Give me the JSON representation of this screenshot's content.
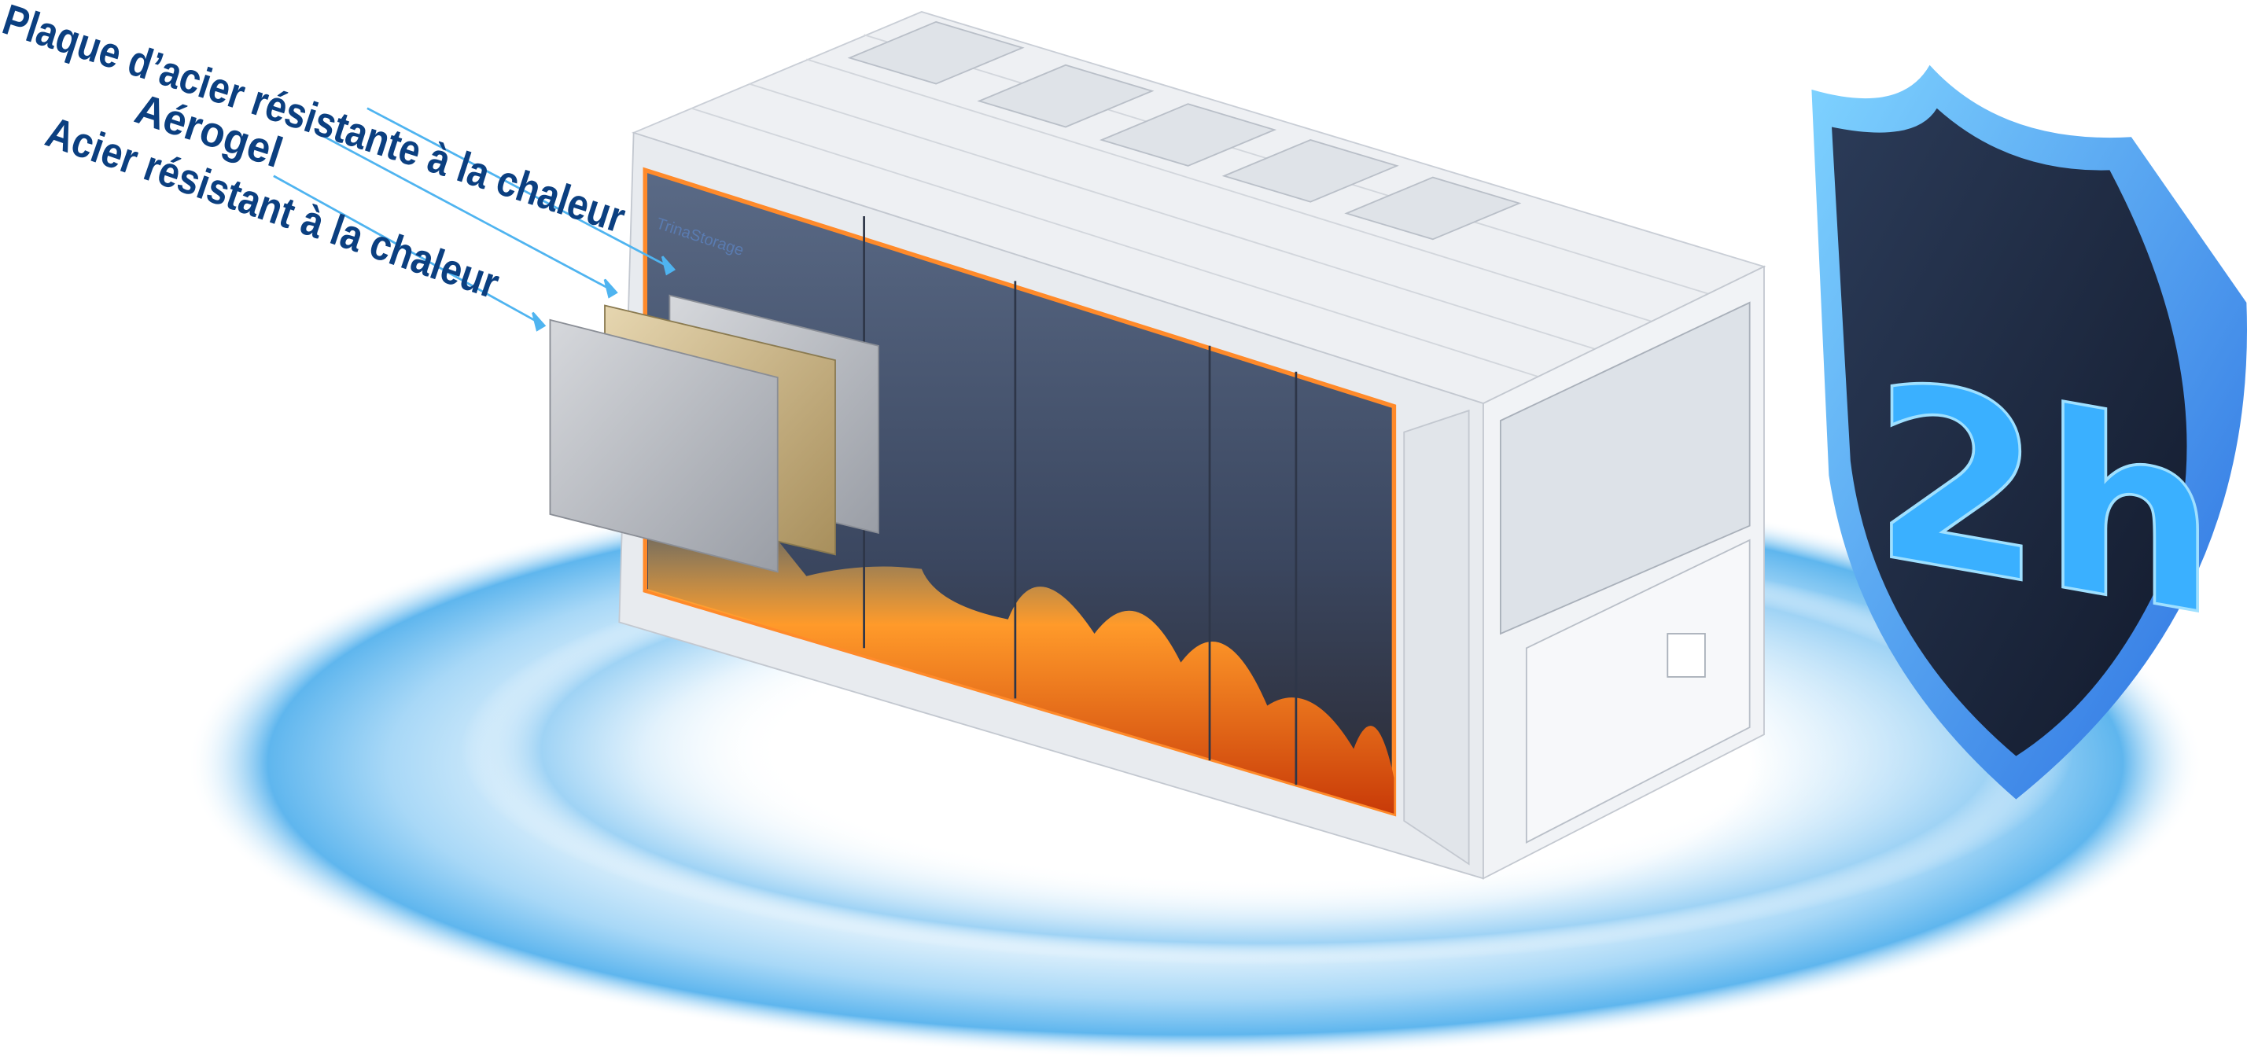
{
  "layers": {
    "outer_plate": "Plaque d’acier résistante à la chaleur",
    "middle": "Aérogel",
    "inner_plate": "Acier résistant à la chaleur"
  },
  "container": {
    "logo": "TrinaStorage"
  },
  "badge": {
    "text": "2h"
  },
  "colors": {
    "label": "#0b3f80",
    "leader": "#4fb4f0",
    "fire": "#ff7a1a",
    "shield": "#3aa0f5"
  }
}
